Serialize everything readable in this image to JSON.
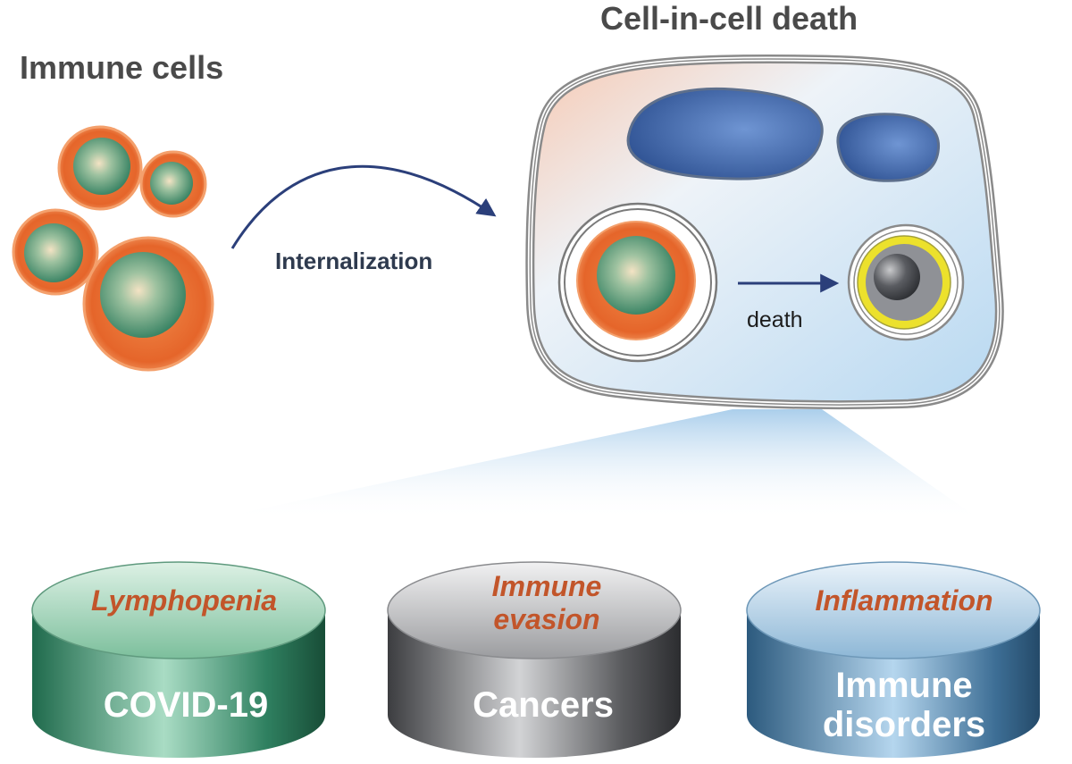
{
  "titles": {
    "immune_cells": "Immune cells",
    "cell_in_cell_death": "Cell-in-cell death"
  },
  "arrows": {
    "internalization": "Internalization",
    "death": "death"
  },
  "cylinders": [
    {
      "condition": [
        "Lymphopenia"
      ],
      "disease": [
        "COVID-19"
      ],
      "color": "#2f7a5c"
    },
    {
      "condition": [
        "Immune",
        "evasion"
      ],
      "disease": [
        "Cancers"
      ],
      "color": "#6e6e70"
    },
    {
      "condition": [
        "Inflammation"
      ],
      "disease": [
        "Immune",
        "disorders"
      ],
      "color": "#4a7ea3"
    }
  ],
  "colors": {
    "cell_orange": "#e8682a",
    "nucleus_green": "#3e8a6a",
    "host_nucleus_blue": "#3a5fa3",
    "dead_cell_yellow": "#e8e02a",
    "dead_cell_gray": "#6f7176",
    "arrow_navy": "#2b3f7a",
    "condition_text": "#c2552a"
  }
}
